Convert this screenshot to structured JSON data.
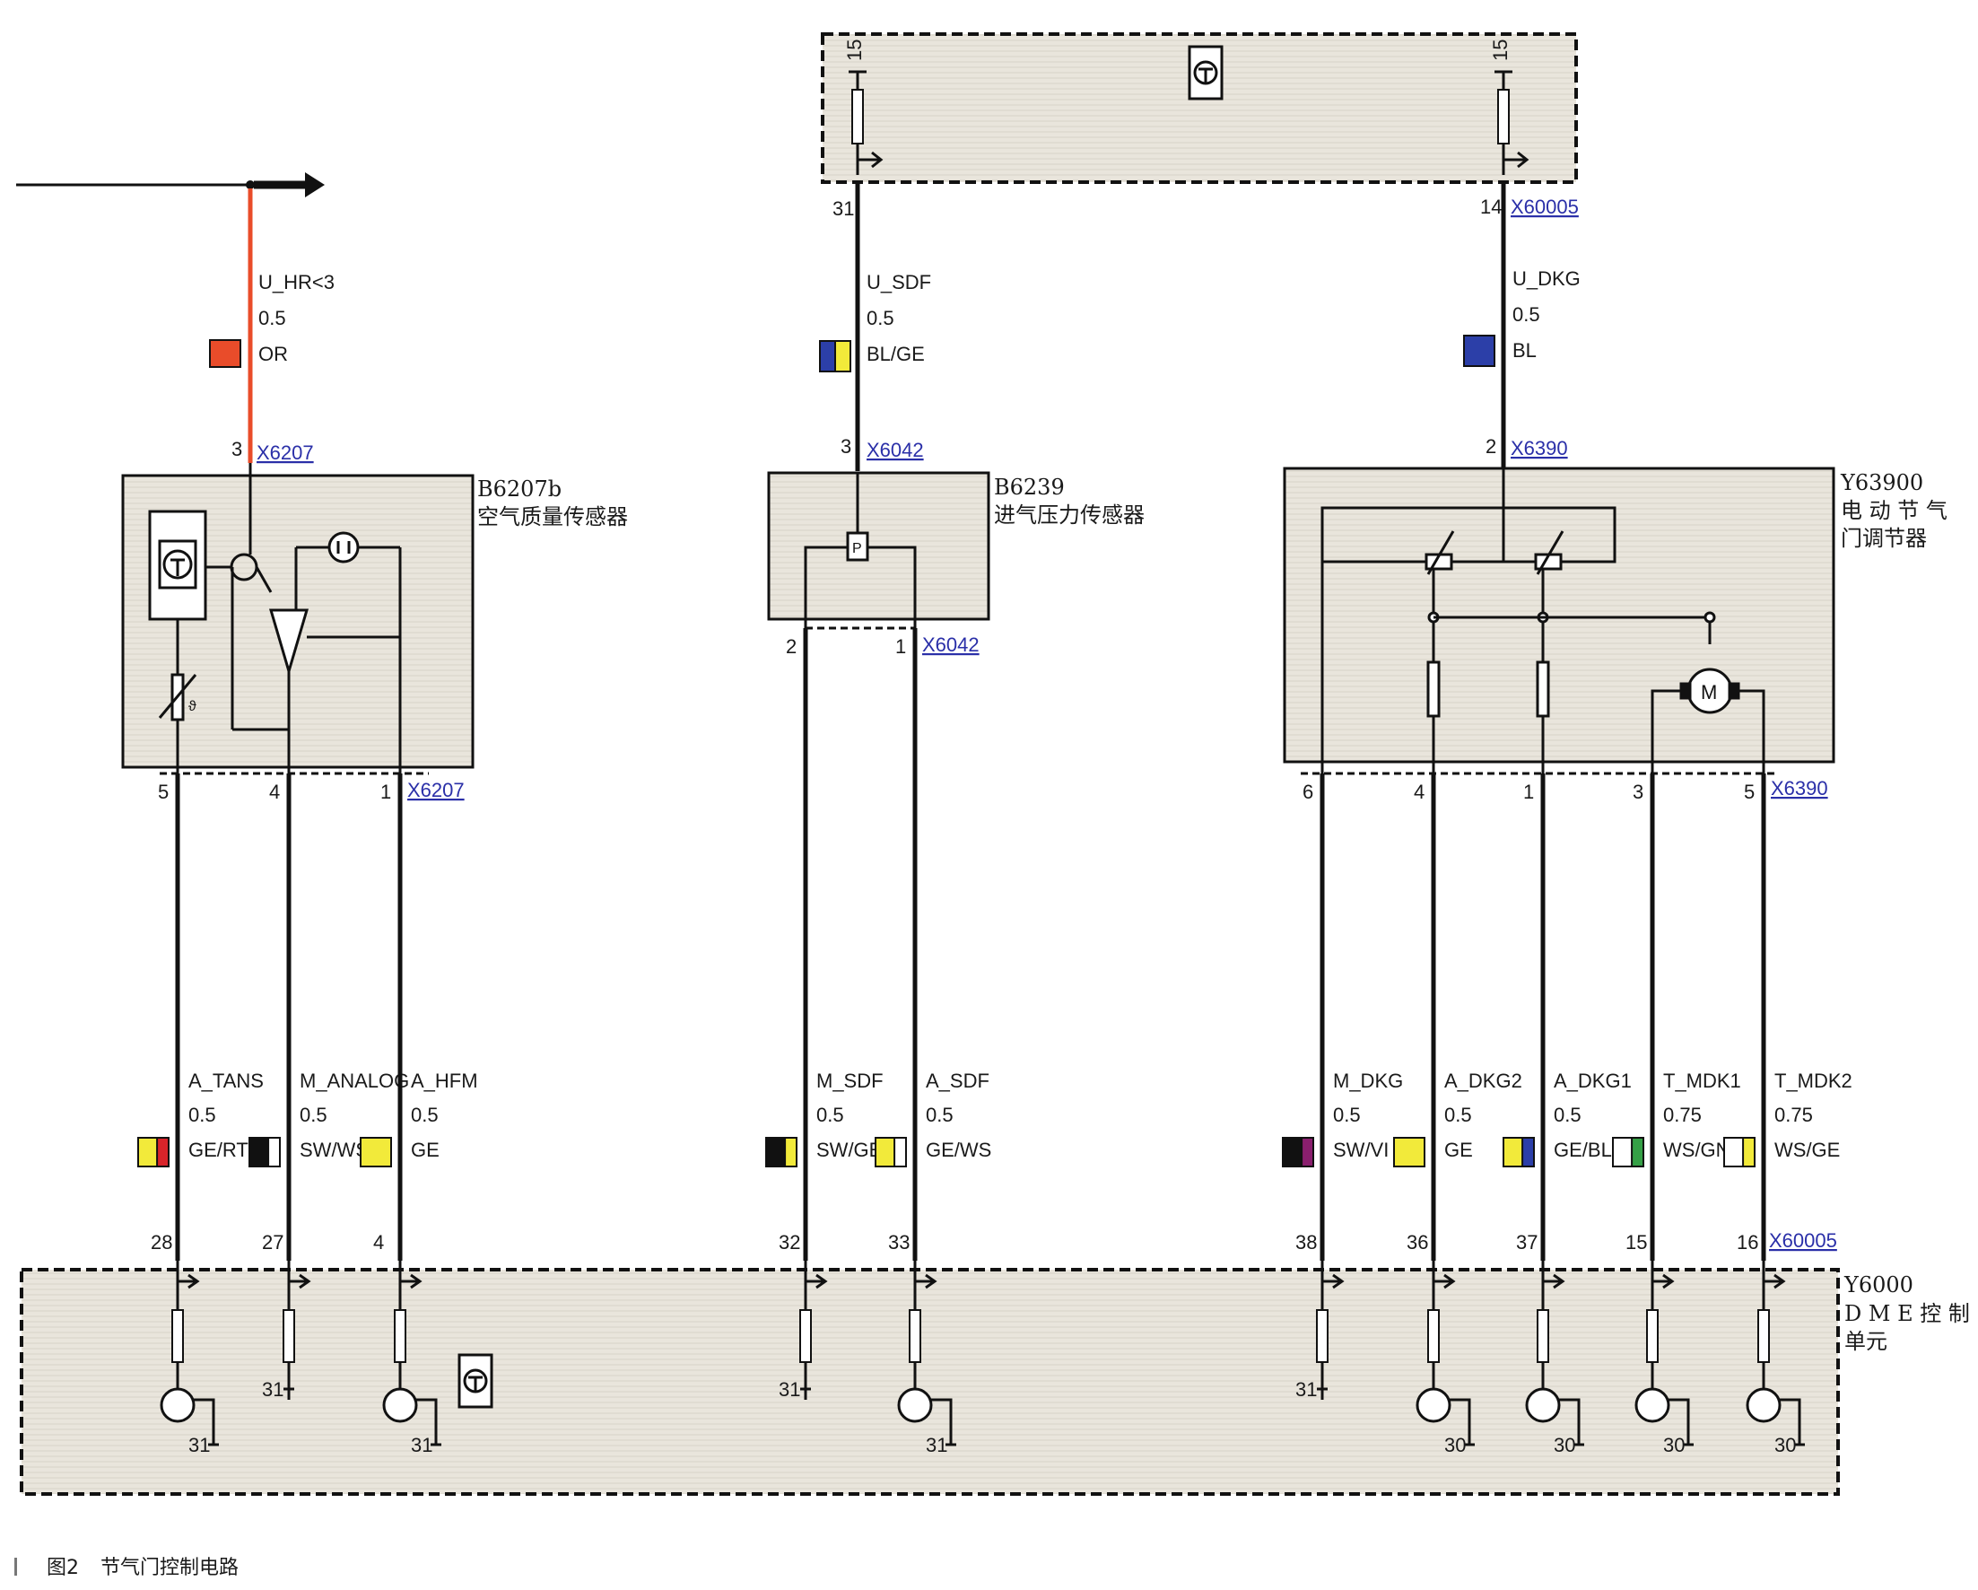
{
  "caption": {
    "figure": "图2",
    "title": "节气门控制电路"
  },
  "top_box": {
    "left_fuse_pin": "15",
    "right_fuse_pin": "15",
    "left_out_pin": "31",
    "right_out_pin": "14",
    "right_connector": "X60005"
  },
  "supply_wire": {
    "signal": "U_HR<3",
    "size": "0.5",
    "color_code": "OR",
    "color": "#e94c2a"
  },
  "devices": {
    "b6207b": {
      "code": "B6207b",
      "name": "空气质量传感器",
      "top_pin": "3",
      "top_connector": "X6207",
      "bottom_connector": "X6207"
    },
    "b6239": {
      "code": "B6239",
      "name": "进气压力传感器",
      "top_pin": "3",
      "top_connector": "X6042",
      "bottom_connector": "X6042"
    },
    "y63900": {
      "code": "Y63900",
      "name_line1": "电 动 节 气",
      "name_line2": "门调节器",
      "top_pin": "2",
      "top_connector": "X6390",
      "bottom_connector": "X6390"
    },
    "y6000": {
      "code": "Y6000",
      "name_line1": "D M E 控 制",
      "name_line2": "单元",
      "connector": "X60005"
    }
  },
  "upper_wires": [
    {
      "signal": "U_SDF",
      "size": "0.5",
      "color_code": "BL/GE"
    },
    {
      "signal": "U_DKG",
      "size": "0.5",
      "color_code": "BL"
    }
  ],
  "wires": [
    {
      "signal": "A_TANS",
      "size": "0.5",
      "color_code": "GE/RT",
      "device_pin": "5",
      "dme_pin": "28"
    },
    {
      "signal": "M_ANALOG",
      "size": "0.5",
      "color_code": "SW/WS",
      "device_pin": "4",
      "dme_pin": "27"
    },
    {
      "signal": "A_HFM",
      "size": "0.5",
      "color_code": "GE",
      "device_pin": "1",
      "dme_pin": "4"
    },
    {
      "signal": "M_SDF",
      "size": "0.5",
      "color_code": "SW/GE",
      "device_pin": "2",
      "dme_pin": "32"
    },
    {
      "signal": "A_SDF",
      "size": "0.5",
      "color_code": "GE/WS",
      "device_pin": "1",
      "dme_pin": "33"
    },
    {
      "signal": "M_DKG",
      "size": "0.5",
      "color_code": "SW/VI",
      "device_pin": "6",
      "dme_pin": "38"
    },
    {
      "signal": "A_DKG2",
      "size": "0.5",
      "color_code": "GE",
      "device_pin": "4",
      "dme_pin": "36"
    },
    {
      "signal": "A_DKG1",
      "size": "0.5",
      "color_code": "GE/BL",
      "device_pin": "1",
      "dme_pin": "37"
    },
    {
      "signal": "T_MDK1",
      "size": "0.75",
      "color_code": "WS/GN",
      "device_pin": "3",
      "dme_pin": "15"
    },
    {
      "signal": "T_MDK2",
      "size": "0.75",
      "color_code": "WS/GE",
      "device_pin": "5",
      "dme_pin": "16"
    }
  ],
  "ground_labels": [
    "31",
    "31",
    "31",
    "31",
    "31",
    "31",
    "30",
    "30",
    "30",
    "30"
  ],
  "colors": {
    "OR": "#e94c2a",
    "GE": "#f2ea3a",
    "RT": "#d9242a",
    "SW": "#111111",
    "WS": "#ffffff",
    "BL": "#2c3fa8",
    "VI": "#8a1f6e",
    "GN": "#35a046",
    "shade": "#e6e1d8"
  }
}
